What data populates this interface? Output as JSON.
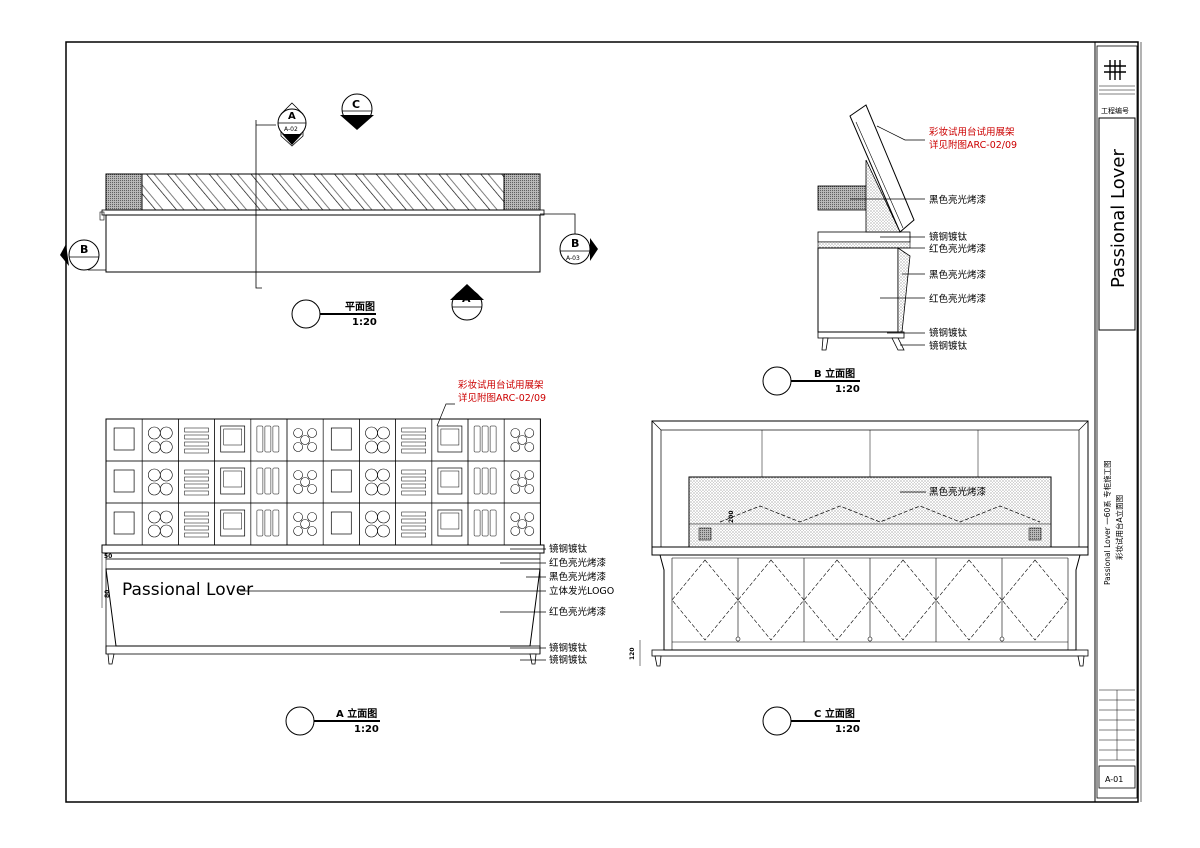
{
  "titleblock": {
    "project_name": "Passional Lover",
    "drawing_title_1": "Passional Lover 一60系 专柜施工图",
    "drawing_title_2": "彩妆试用台A立面图",
    "sheet_no": "A-01",
    "field_label": "工程编号"
  },
  "plan": {
    "title": "平面图",
    "scale": "1:20",
    "markers": {
      "a_top": "A",
      "a_top_ref": "A-02",
      "c_top": "C",
      "b_left": "B",
      "b_right": "B",
      "b_right_ref": "A-03",
      "a_bottom": "A"
    }
  },
  "elevB": {
    "title": "B 立面图",
    "scale": "1:20",
    "note_red_1": "彩妆试用台试用展架",
    "note_red_2": "详见附图ARC-02/09",
    "labels": [
      "黑色亮光烤漆",
      "镜钢镀钛",
      "红色亮光烤漆",
      "黑色亮光烤漆",
      "红色亮光烤漆",
      "镜钢镀钛",
      "镜钢镀钛"
    ]
  },
  "elevA": {
    "title": "A 立面图",
    "scale": "1:20",
    "note_red_1": "彩妆试用台试用展架",
    "note_red_2": "详见附图ARC-02/09",
    "logo": "Passional Lover",
    "labels": [
      "镜钢镀钛",
      "红色亮光烤漆",
      "黑色亮光烤漆",
      "立体发光LOGO",
      "红色亮光烤漆",
      "镜钢镀钛",
      "镜钢镀钛"
    ],
    "dims": [
      "50",
      "80"
    ]
  },
  "elevC": {
    "title": "C 立面图",
    "scale": "1:20",
    "label": "黑色亮光烤漆",
    "dims": [
      "200",
      "120"
    ]
  }
}
